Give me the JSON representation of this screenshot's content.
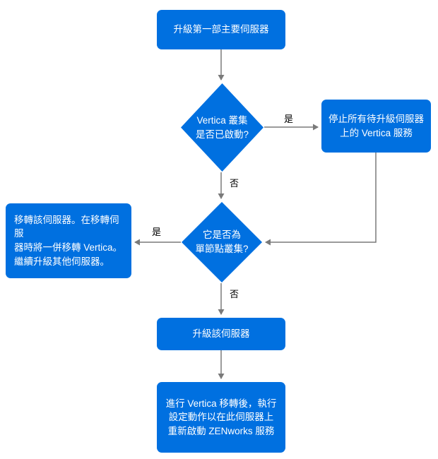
{
  "diagram": {
    "title": "Vertica upgrade decision flowchart",
    "colors": {
      "node_fill": "#0070e0",
      "node_text": "#ffffff",
      "arrow": "#7a7a7a",
      "edge_label_text": "#000000",
      "background": "#ffffff"
    },
    "nodes": {
      "start": {
        "label": "升級第一部主要伺服器"
      },
      "decision1": {
        "label": "Vertica 叢集\n是否已啟動?"
      },
      "stop_service": {
        "label": "停止所有待升級伺服器\n上的 Vertica 服務"
      },
      "decision2": {
        "label": "它是否為\n單節點叢集?"
      },
      "migrate": {
        "label": "移轉該伺服器。在移轉伺服\n器時將一併移轉 Vertica。\n繼續升級其他伺服器。"
      },
      "upgrade": {
        "label": "升級該伺服器"
      },
      "final": {
        "label": "進行 Vertica 移轉後，執行\n設定動作以在此伺服器上\n重新啟動 ZENworks 服務"
      }
    },
    "edge_labels": {
      "yes1": "是",
      "no1": "否",
      "yes2": "是",
      "no2": "否"
    }
  }
}
